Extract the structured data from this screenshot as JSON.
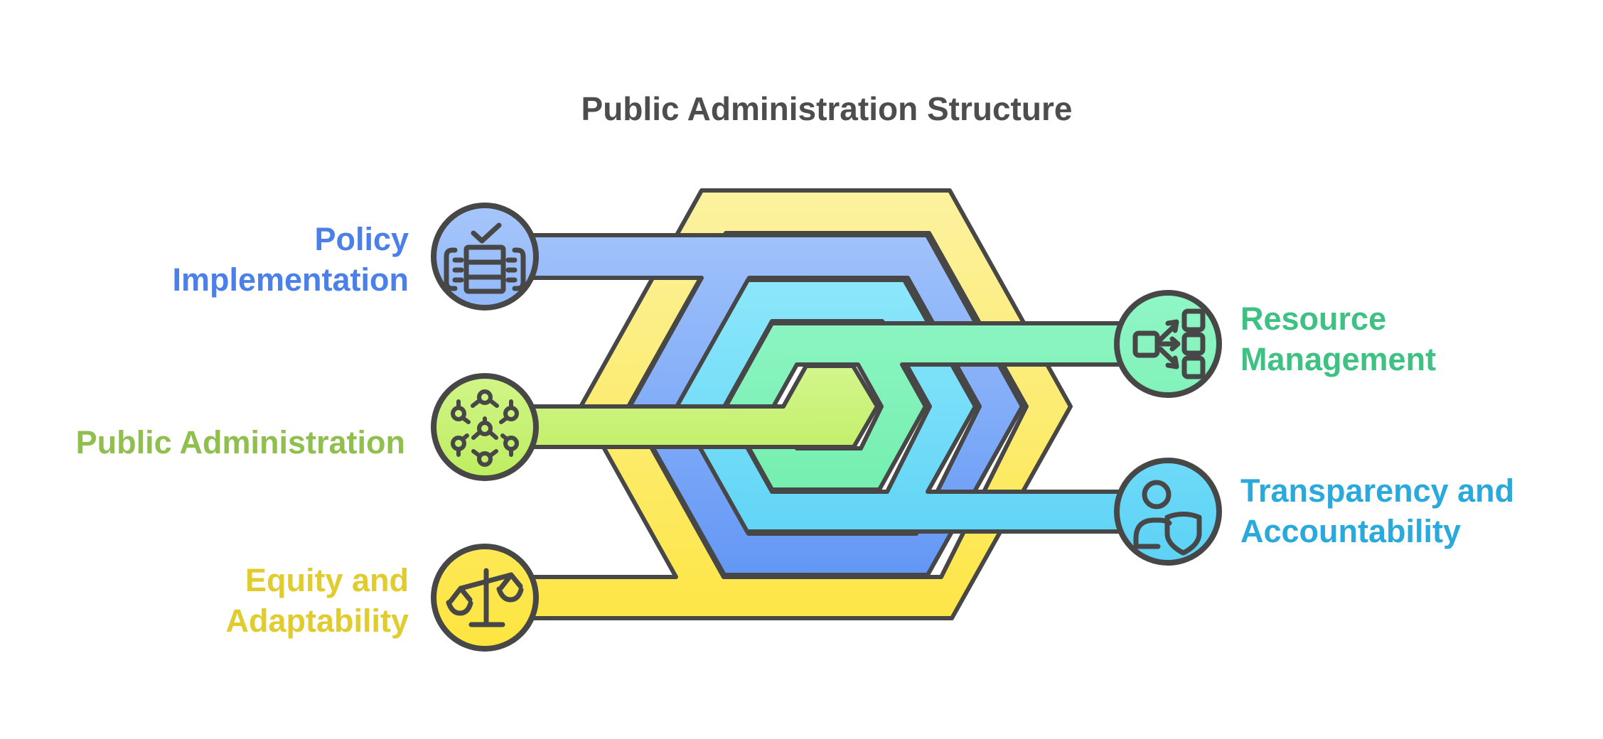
{
  "title": {
    "text": "Public Administration Structure",
    "color": "#4d4d4d"
  },
  "outline_color": "#474747",
  "background": "#ffffff",
  "diagram_type": "nested-hexagon-structure",
  "nodes": [
    {
      "id": "policy-implementation",
      "label": "Policy Implementation",
      "label_lines": {
        "0": "Policy",
        "1": "Implementation"
      },
      "side": "left",
      "text_color": "#4a80e8",
      "shape_fill_top": "#a6c6fb",
      "shape_fill_bottom": "#6397f5",
      "icon": "checklist-table-icon"
    },
    {
      "id": "public-administration",
      "label": "Public Administration",
      "label_lines": {
        "0": "Public Administration"
      },
      "side": "left",
      "text_color": "#8fbf4d",
      "shape_fill_top": "#d3f68c",
      "shape_fill_bottom": "#bded5f",
      "icon": "network-nodes-icon"
    },
    {
      "id": "equity-and-adaptability",
      "label": "Equity and Adaptability",
      "label_lines": {
        "0": "Equity and",
        "1": "Adaptability"
      },
      "side": "left",
      "text_color": "#e0cc2d",
      "shape_fill_top": "#fcf2a0",
      "shape_fill_bottom": "#fde53f",
      "icon": "balance-scale-icon"
    },
    {
      "id": "resource-management",
      "label": "Resource Management",
      "label_lines": {
        "0": "Resource",
        "1": "Management"
      },
      "side": "right",
      "text_color": "#3ec183",
      "shape_fill_top": "#90f6c6",
      "shape_fill_bottom": "#6fedaa",
      "icon": "distribution-icon"
    },
    {
      "id": "transparency-and-accountability",
      "label": "Transparency and Accountability",
      "label_lines": {
        "0": "Transparency and",
        "1": "Accountability"
      },
      "side": "right",
      "text_color": "#2aa9dc",
      "shape_fill_top": "#8ce7fb",
      "shape_fill_bottom": "#5cd2f6",
      "icon": "person-shield-icon"
    }
  ]
}
